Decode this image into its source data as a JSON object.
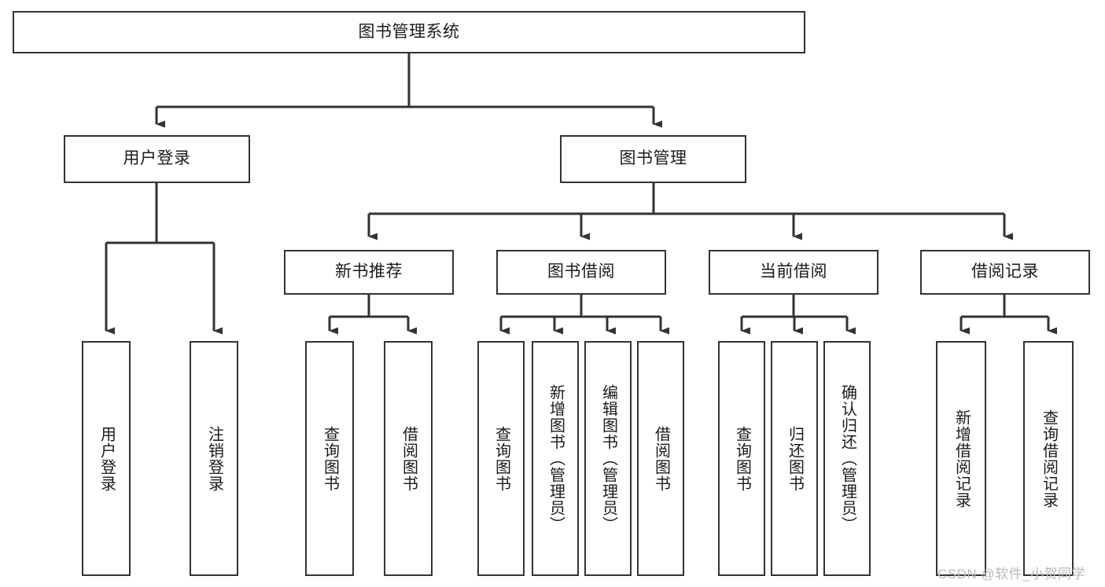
{
  "diagram": {
    "kind": "tree-hierarchy",
    "title_node": "图书管理系统",
    "colors": {
      "box_stroke": "#333333",
      "box_fill": "#ffffff",
      "connector": "#333333",
      "text": "#1b1b1b",
      "watermark": "#b9b9b9",
      "background": "#ffffff"
    },
    "watermark": "CSDN @软件_小贺同学",
    "levels": {
      "root": {
        "label": "图书管理系统"
      },
      "level2": [
        {
          "label": "用户登录"
        },
        {
          "label": "图书管理"
        }
      ],
      "level3": [
        {
          "label": "新书推荐"
        },
        {
          "label": "图书借阅"
        },
        {
          "label": "当前借阅"
        },
        {
          "label": "借阅记录"
        }
      ],
      "leaves": {
        "user_login": [
          {
            "label": "用户登录"
          },
          {
            "label": "注销登录"
          }
        ],
        "new_book_recommend": [
          {
            "label": "查询图书"
          },
          {
            "label": "借阅图书"
          }
        ],
        "book_borrow": [
          {
            "label": "查询图书"
          },
          {
            "label": "新增图书（管理员）"
          },
          {
            "label": "编辑图书（管理员）"
          },
          {
            "label": "借阅图书"
          }
        ],
        "current_borrow": [
          {
            "label": "查询图书"
          },
          {
            "label": "归还图书"
          },
          {
            "label": "确认归还（管理员）"
          }
        ],
        "borrow_record": [
          {
            "label": "新增借阅记录"
          },
          {
            "label": "查询借阅记录"
          }
        ]
      }
    }
  }
}
